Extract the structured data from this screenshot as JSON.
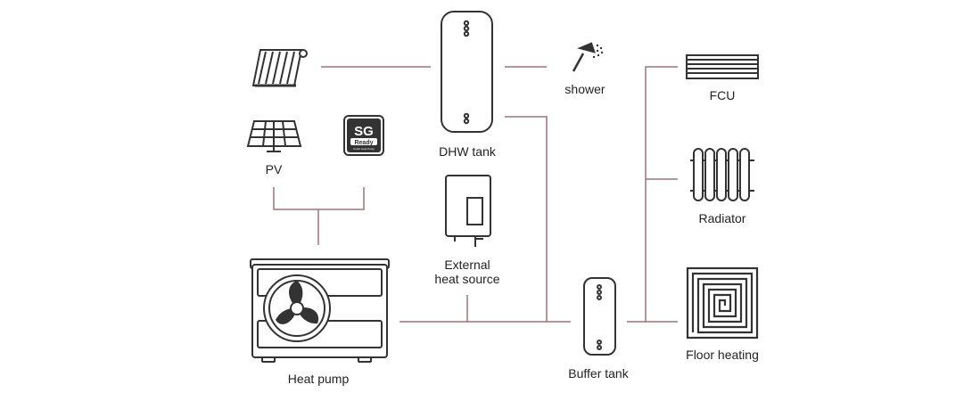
{
  "labels": {
    "dhw_tank": "DHW tank",
    "shower": "shower",
    "fcu": "FCU",
    "pv": "PV",
    "radiator": "Radiator",
    "external_line1": "External",
    "external_line2": "heat source",
    "heat_pump": "Heat pump",
    "buffer_tank": "Buffer tank",
    "floor_heating": "Floor heating"
  },
  "sg_badge": {
    "big": "SG",
    "small": "Ready",
    "tiny": "Smart Heat Pump"
  },
  "colors": {
    "pipe": "#a0707d",
    "outline": "#333333"
  }
}
